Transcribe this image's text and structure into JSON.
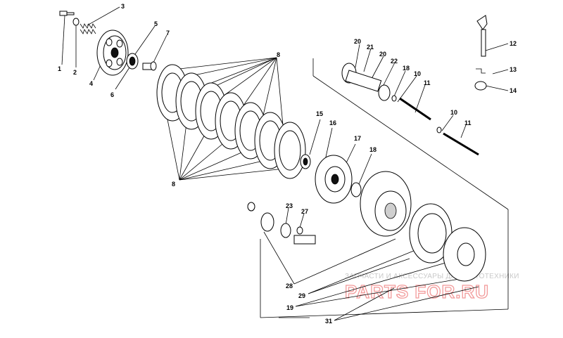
{
  "callouts": {
    "c1": "1",
    "c2": "2",
    "c3": "3",
    "c4": "4",
    "c5": "5",
    "c6": "6",
    "c7": "7",
    "c8a": "8",
    "c8b": "8",
    "c10a": "10",
    "c10b": "10",
    "c11a": "11",
    "c11b": "11",
    "c12": "12",
    "c13": "13",
    "c14": "14",
    "c15": "15",
    "c16": "16",
    "c17": "17",
    "c18a": "18",
    "c18b": "18",
    "c19": "19",
    "c20a": "20",
    "c20b": "20",
    "c21": "21",
    "c22": "22",
    "c23": "23",
    "c27": "27",
    "c28": "28",
    "c29": "29",
    "c31": "31"
  },
  "watermark": {
    "caption": "ЗАПЧАСТИ И АКСЕССУАРЫ ДЛЯ МОТОТЕХНИКИ",
    "brand": "PARTS FOR.RU"
  },
  "colors": {
    "ink": "#000000",
    "background": "#ffffff",
    "watermark_text": "#c9c9c9",
    "watermark_logo": "#f29a9a"
  }
}
